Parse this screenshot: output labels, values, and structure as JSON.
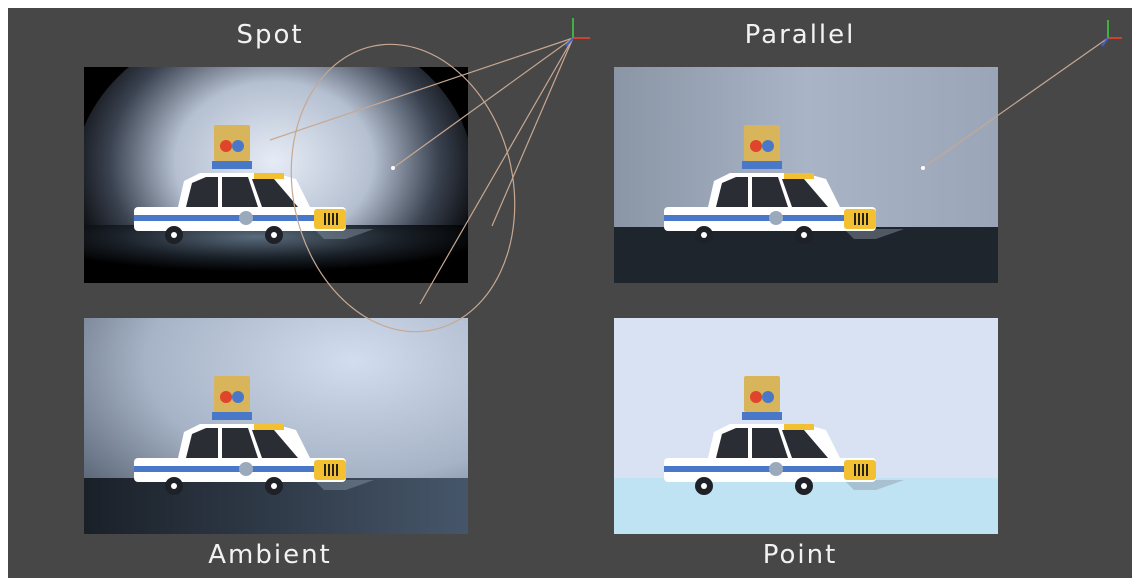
{
  "labels": {
    "spot": "Spot",
    "parallel": "Parallel",
    "ambient": "Ambient",
    "point": "Point"
  },
  "panels": [
    {
      "id": "spot",
      "light": "spot-light"
    },
    {
      "id": "parallel",
      "light": "parallel-light"
    },
    {
      "id": "ambient",
      "light": "ambient-light"
    },
    {
      "id": "point",
      "light": "point-light"
    }
  ],
  "colors": {
    "background": "#474747",
    "label_text": "#f2f2f2",
    "car_body": "#ffffff",
    "car_stripe": "#4a78c8",
    "beacon_red": "#e0442a",
    "beacon_blue": "#4a78c8",
    "beacon_housing": "#d8b45a",
    "headlight_yellow": "#f2c030",
    "gizmo_x": "#d04030",
    "gizmo_y": "#40b040",
    "gizmo_z": "#4060d0"
  },
  "icons": [
    "spot-light-gizmo-icon",
    "parallel-light-gizmo-icon",
    "police-car-icon"
  ]
}
